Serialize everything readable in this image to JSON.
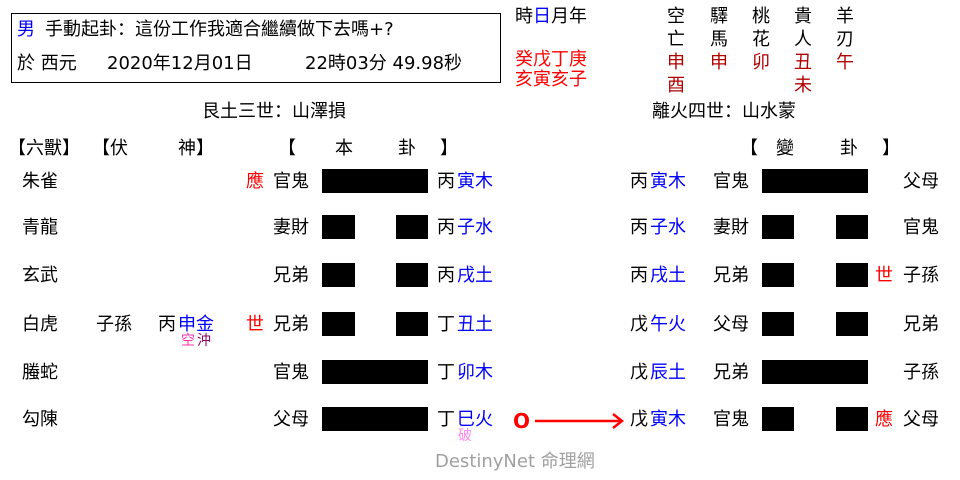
{
  "header": {
    "gender": "男",
    "title": "手動起卦：這份工作我適合繼續做下去嗎+?",
    "date_prefix": "於 西元",
    "date": "2020年12月01日",
    "time": "22時03分 49.98秒"
  },
  "pillars": {
    "labels": [
      "時",
      "日",
      "月",
      "年"
    ],
    "stems": "癸戊丁庚",
    "branches": "亥寅亥子"
  },
  "shensha": {
    "columns": [
      {
        "name_top": "空",
        "name_bottom": "亡",
        "values": [
          "申",
          "酉"
        ]
      },
      {
        "name_top": "驛",
        "name_bottom": "馬",
        "values": [
          "申"
        ]
      },
      {
        "name_top": "桃",
        "name_bottom": "花",
        "values": [
          "卯"
        ]
      },
      {
        "name_top": "貴",
        "name_bottom": "人",
        "values": [
          "丑",
          "未"
        ]
      },
      {
        "name_top": "羊",
        "name_bottom": "刃",
        "values": [
          "午"
        ]
      }
    ]
  },
  "main_hexagram_title": "艮土三世：山澤損",
  "changed_hexagram_title": "離火四世：山水蒙",
  "column_headers": {
    "six_beasts": "【六獸】",
    "hidden_open": "【伏",
    "hidden_close": "神】",
    "main_open": "【",
    "main_a": "本",
    "main_b": "卦",
    "main_close": "】",
    "changed_open": "【",
    "changed_a": "變",
    "changed_b": "卦",
    "changed_close": "】"
  },
  "rows": [
    {
      "beast": "朱雀",
      "hidden_rel": "",
      "hidden_stem": "",
      "hidden_branch": "",
      "marker": "應",
      "relation": "官鬼",
      "line": "yang",
      "stem": "丙",
      "branch": "寅木",
      "note": "",
      "moving": false,
      "c_stem": "丙",
      "c_branch": "寅木",
      "c_relation": "官鬼",
      "c_line": "yang",
      "c_marker": "",
      "c_right": "父母"
    },
    {
      "beast": "青龍",
      "hidden_rel": "",
      "hidden_stem": "",
      "hidden_branch": "",
      "marker": "",
      "relation": "妻財",
      "line": "yin",
      "stem": "丙",
      "branch": "子水",
      "note": "",
      "moving": false,
      "c_stem": "丙",
      "c_branch": "子水",
      "c_relation": "妻財",
      "c_line": "yin",
      "c_marker": "",
      "c_right": "官鬼"
    },
    {
      "beast": "玄武",
      "hidden_rel": "",
      "hidden_stem": "",
      "hidden_branch": "",
      "marker": "",
      "relation": "兄弟",
      "line": "yin",
      "stem": "丙",
      "branch": "戌土",
      "note": "",
      "moving": false,
      "c_stem": "丙",
      "c_branch": "戌土",
      "c_relation": "兄弟",
      "c_line": "yin",
      "c_marker": "世",
      "c_right": "子孫"
    },
    {
      "beast": "白虎",
      "hidden_rel": "子孫",
      "hidden_stem": "丙",
      "hidden_branch": "申金",
      "hidden_note_a": "空",
      "hidden_note_b": "沖",
      "marker": "世",
      "relation": "兄弟",
      "line": "yin",
      "stem": "丁",
      "branch": "丑土",
      "note": "",
      "moving": false,
      "c_stem": "戊",
      "c_branch": "午火",
      "c_relation": "父母",
      "c_line": "yin",
      "c_marker": "",
      "c_right": "兄弟"
    },
    {
      "beast": "螣蛇",
      "hidden_rel": "",
      "hidden_stem": "",
      "hidden_branch": "",
      "marker": "",
      "relation": "官鬼",
      "line": "yang",
      "stem": "丁",
      "branch": "卯木",
      "note": "",
      "moving": false,
      "c_stem": "戊",
      "c_branch": "辰土",
      "c_relation": "兄弟",
      "c_line": "yang",
      "c_marker": "",
      "c_right": "子孫"
    },
    {
      "beast": "勾陳",
      "hidden_rel": "",
      "hidden_stem": "",
      "hidden_branch": "",
      "marker": "",
      "relation": "父母",
      "line": "yang",
      "stem": "丁",
      "branch": "巳火",
      "note": "破",
      "moving": true,
      "c_stem": "戊",
      "c_branch": "寅木",
      "c_relation": "官鬼",
      "c_line": "yin",
      "c_marker": "應",
      "c_right": "父母"
    }
  ],
  "moving_symbol": "O",
  "watermark": "DestinyNet 命理網",
  "colors": {
    "blue": "#0000ff",
    "red": "#ff0000",
    "dark_red": "#b00000",
    "watermark": "#a0a0a0"
  }
}
